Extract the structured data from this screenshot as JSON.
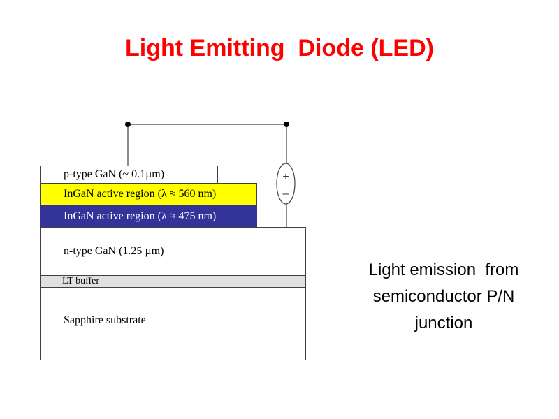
{
  "title": "Light Emitting  Diode (LED)",
  "layers": {
    "p_gan": "p-type GaN (~ 0.1µm)",
    "ingan_yellow": "InGaN active region (λ ≈ 560 nm)",
    "ingan_blue": "InGaN active region (λ ≈ 475 nm)",
    "n_gan": "n-type GaN (1.25 µm)",
    "lt_buffer": "LT buffer",
    "sapphire": "Sapphire substrate"
  },
  "colors": {
    "title": "#ff0000",
    "yellow_layer": "#ffff00",
    "blue_layer": "#333399",
    "buffer_layer": "#e0e0e0"
  },
  "battery": {
    "plus": "+",
    "minus": "–"
  },
  "caption": [
    "Light emission  from",
    "semiconductor P/N",
    "junction"
  ]
}
